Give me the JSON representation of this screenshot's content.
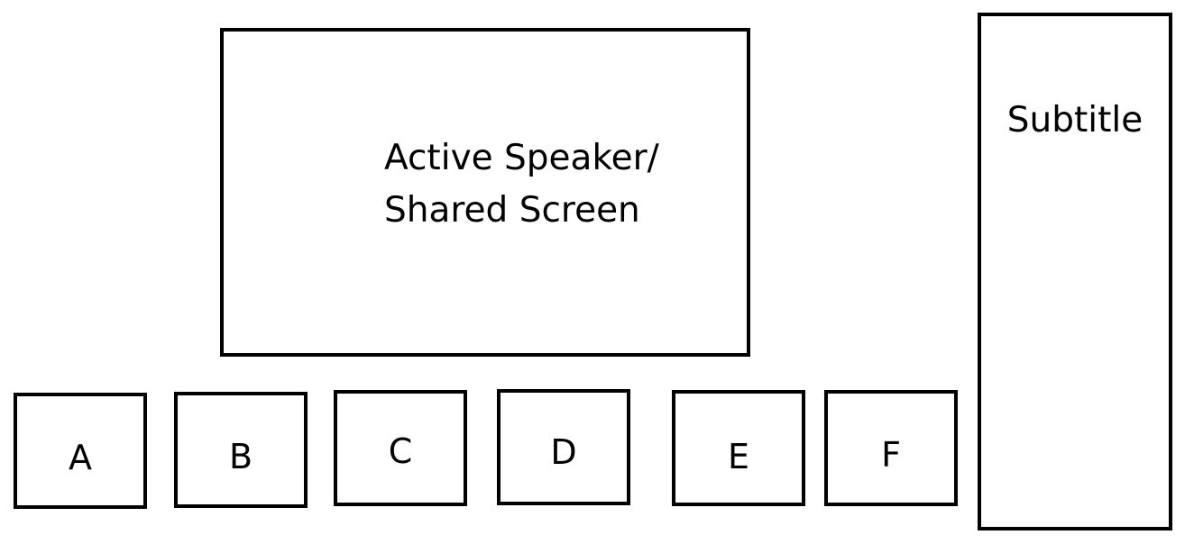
{
  "main_area": {
    "line1": "Active Speaker/",
    "line2": "Shared Screen"
  },
  "subtitle_panel": {
    "label": "Subtitle"
  },
  "participants": [
    {
      "label": "A"
    },
    {
      "label": "B"
    },
    {
      "label": "C"
    },
    {
      "label": "D"
    },
    {
      "label": "E"
    },
    {
      "label": "F"
    }
  ]
}
